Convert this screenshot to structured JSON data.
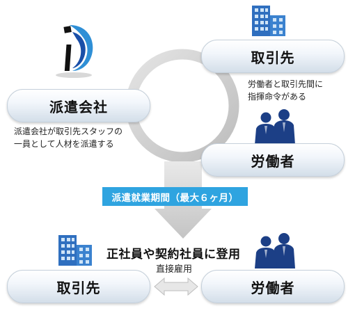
{
  "dispatch_company": {
    "label": "派遣会社",
    "description_lines": [
      "派遣会社が取引先スタッフの",
      "一員として人材を派遣する"
    ]
  },
  "client_top": {
    "label": "取引先",
    "note_lines": [
      "労働者と取引先間に",
      "指揮命令がある"
    ]
  },
  "worker_top": {
    "label": "労働者"
  },
  "period_band": {
    "label": "派遣就業期間（最大６ヶ月）"
  },
  "hire_heading": {
    "label": "正社員や契約社員に登用"
  },
  "direct_hire": {
    "label": "直接雇用"
  },
  "client_bottom": {
    "label": "取引先"
  },
  "worker_bottom": {
    "label": "労働者"
  },
  "icons": {
    "logo": "dispatch-company-logo",
    "building": "office-building-icon",
    "people": "business-people-icon",
    "arrow_down": "down-arrow",
    "arrow_lr": "double-arrow"
  },
  "colors": {
    "accent_blue": "#2fa4e0",
    "building_blue": "#2f6fbf",
    "people_navy": "#1c3f86",
    "ring_grey": "#c9c9c9"
  }
}
